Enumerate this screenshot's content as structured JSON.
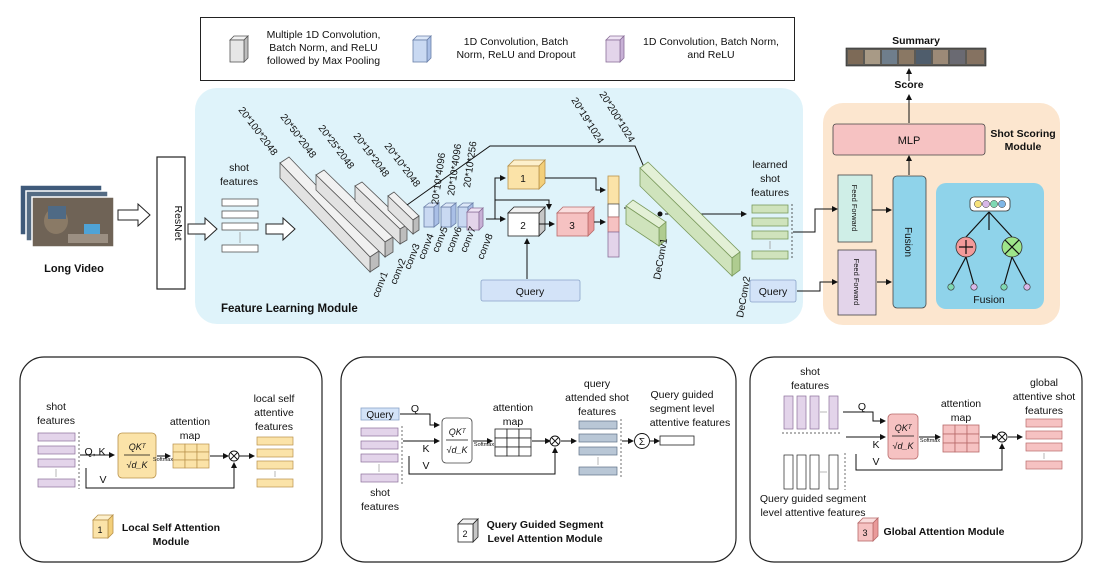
{
  "legend": {
    "item1": [
      "Multiple 1D Convolution,",
      "Batch Norm, and ReLU",
      "followed by Max Pooling"
    ],
    "item2": [
      "1D Convolution, Batch",
      "Norm, ReLU and Dropout"
    ],
    "item3": [
      "1D Convolution, Batch Norm,",
      "and ReLU"
    ]
  },
  "input": {
    "video_label": "Long Video",
    "resnet_label": "ResNet",
    "shot_features": [
      "shot",
      "features"
    ]
  },
  "feature_module": {
    "title": "Feature Learning Module",
    "dims": [
      "20*100*2048",
      "20*50*2048",
      "20*25*2048",
      "20*19*2048",
      "20*10*2048",
      "20*10*4096",
      "20*10*4096",
      "20*10*256",
      "20*19*1024",
      "20*200*1024"
    ],
    "conv_labels": [
      "conv1",
      "conv2",
      "conv3",
      "conv4",
      "conv5",
      "conv6",
      "conv7",
      "conv8"
    ],
    "deconv_labels": [
      "DeConv1",
      "DeConv2"
    ],
    "query_label": "Query",
    "attention_ids": [
      "1",
      "2",
      "3"
    ],
    "learned_features": [
      "learned",
      "shot",
      "features"
    ]
  },
  "scoring_module": {
    "title": [
      "Shot Scoring",
      "Module"
    ],
    "mlp_label": "MLP",
    "ff_label": "Feed Forward",
    "fusion_label": "Fusion",
    "fusion_detail_label": "Fusion",
    "query_label": "Query",
    "score_label": "Score",
    "summary_label": "Summary"
  },
  "local_module": {
    "title": [
      "Local Self Attention",
      "Module"
    ],
    "number": "1",
    "shot_features": [
      "shot",
      "features"
    ],
    "qk_label": "Q, K",
    "v_label": "V",
    "softmax": "Softmax",
    "attention_map": [
      "attention",
      "map"
    ],
    "output": [
      "local self",
      "attentive",
      "features"
    ]
  },
  "query_module": {
    "title": [
      "Query Guided Segment",
      "Level Attention Module"
    ],
    "number": "2",
    "query_label": "Query",
    "q_label": "Q",
    "k_label": "K",
    "v_label": "V",
    "shot_features": [
      "shot",
      "features"
    ],
    "softmax": "Softmax",
    "attention_map": [
      "attention",
      "map"
    ],
    "attended": [
      "query",
      "attended shot",
      "features"
    ],
    "output": [
      "Query guided",
      "segment level",
      "attentive features"
    ]
  },
  "global_module": {
    "title": "Global Attention Module",
    "number": "3",
    "shot_features": [
      "shot",
      "features"
    ],
    "q_label": "Q",
    "k_label": "K",
    "v_label": "V",
    "softmax": "Softmax",
    "attention_map": [
      "attention",
      "map"
    ],
    "input2": [
      "Query guided segment",
      "level attentive features"
    ],
    "output": [
      "global",
      "attentive shot",
      "features"
    ]
  },
  "colors": {
    "feature_bg": "#dff3fa",
    "scoring_bg": "#fce6cf",
    "gray_block": "#e6e6e6",
    "blue_block": "#c9d9f2",
    "purple_block": "#e3d4ea",
    "yellow": "#fbe3a8",
    "red": "#f6c2c2",
    "green": "#cfe3bc",
    "teal": "#cfeee7",
    "fusion_blue": "#8fd3ea"
  }
}
